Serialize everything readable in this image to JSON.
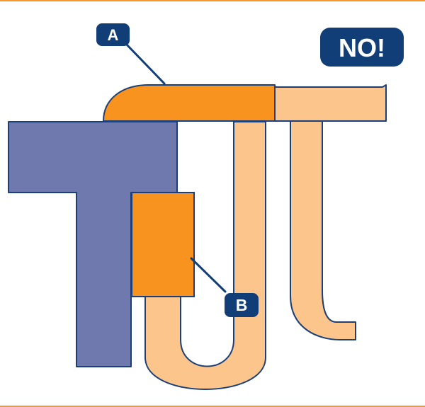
{
  "labels": {
    "a": "A",
    "b": "B",
    "no": "NO!"
  },
  "colors": {
    "navy": "#123e78",
    "orange": "#f7931e",
    "light_orange": "#fcc58c",
    "slate_blue": "#7079ad",
    "outline": "#1b3f78",
    "frame": "#f29a2e"
  }
}
